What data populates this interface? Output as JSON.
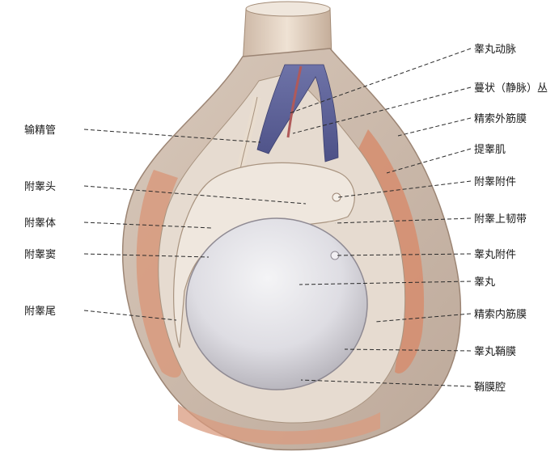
{
  "figure": {
    "labels_left": [
      {
        "id": "vas-deferens",
        "text": "输精管"
      },
      {
        "id": "head-of-epididymis",
        "text": "附睾头"
      },
      {
        "id": "body-of-epididymis",
        "text": "附睾体"
      },
      {
        "id": "sinus-of-epididymis",
        "text": "附睾窦"
      },
      {
        "id": "tail-of-epididymis",
        "text": "附睾尾"
      }
    ],
    "labels_right": [
      {
        "id": "testicular-artery",
        "text": "睾丸动脉"
      },
      {
        "id": "pampiniform-plexus",
        "text": "蔓状（静脉）丛"
      },
      {
        "id": "external-spermatic-fascia",
        "text": "精索外筋膜"
      },
      {
        "id": "cremaster",
        "text": "提睾肌"
      },
      {
        "id": "appendix-of-epididymis",
        "text": "附睾附件"
      },
      {
        "id": "superior-epididymal-ligament",
        "text": "附睾上韧带"
      },
      {
        "id": "appendix-of-testis",
        "text": "睾丸附件"
      },
      {
        "id": "testis",
        "text": "睾丸"
      },
      {
        "id": "internal-spermatic-fascia",
        "text": "精索内筋膜"
      },
      {
        "id": "tunica-vaginalis",
        "text": "睾丸鞘膜"
      },
      {
        "id": "vaginal-cavity",
        "text": "鞘膜腔"
      }
    ]
  }
}
